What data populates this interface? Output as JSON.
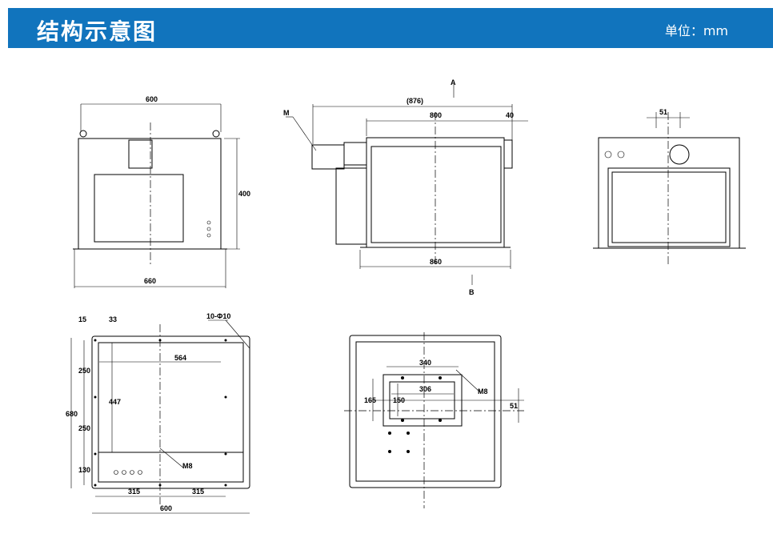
{
  "header": {
    "title": "结构示意图",
    "unit": "单位：mm"
  },
  "colors": {
    "header_bg": "#1174bd"
  },
  "front_view": {
    "top_width": "600",
    "height": "400",
    "base_width": "660"
  },
  "side_view": {
    "overall": "(876)",
    "body": "800",
    "protrusion": "40",
    "base": "860",
    "marker_a": "A",
    "marker_b": "B",
    "callout": "M"
  },
  "end_view": {
    "offset": "51"
  },
  "bottom_view": {
    "d15": "15",
    "d33": "33",
    "d250a": "250",
    "d250b": "250",
    "d130": "130",
    "d680": "680",
    "d564": "564",
    "d447": "447",
    "d315a": "315",
    "d315b": "315",
    "d600": "600",
    "holes": "10-Φ10",
    "callout": "M8"
  },
  "top_view": {
    "d340": "340",
    "d306": "306",
    "d165": "165",
    "d150": "150",
    "d51": "51",
    "callout": "M8"
  }
}
